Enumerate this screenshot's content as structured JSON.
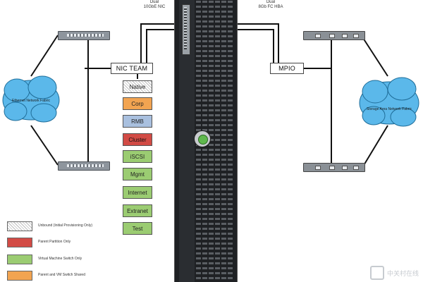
{
  "server": {
    "nic_ports_label_line1": "Dual",
    "nic_ports_label_line2": "10GbE NIC",
    "hba_ports_label_line1": "Dual",
    "hba_ports_label_line2": "8Gb FC HBA"
  },
  "nic_team_label": "NIC TEAM",
  "mpio_label": "MPIO",
  "ethernet_cloud_label": "Ethernet Network Fabric",
  "san_cloud_label": "Storage Area Network Fabric",
  "roles": [
    {
      "label": "Native",
      "style": "hatch"
    },
    {
      "label": "Corp",
      "style": "orange"
    },
    {
      "label": "RMB",
      "style": "blue"
    },
    {
      "label": "Cluster",
      "style": "red"
    },
    {
      "label": "iSCSI",
      "style": "green"
    },
    {
      "label": "Mgmt",
      "style": "green"
    },
    {
      "label": "Internet",
      "style": "green"
    },
    {
      "label": "Extranet",
      "style": "green"
    },
    {
      "label": "Test",
      "style": "green"
    }
  ],
  "legend": [
    {
      "label": "Unbound (Initial Provisioning Only)",
      "style": "hatch"
    },
    {
      "label": "Parent Partition Only",
      "style": "red"
    },
    {
      "label": "Virtual Machine Switch Only",
      "style": "green"
    },
    {
      "label": "Parent and VM Switch Shared",
      "style": "orange"
    }
  ],
  "colors": {
    "hatch": "#bdbdbd",
    "orange": "#f2a451",
    "blue": "#a9c0df",
    "red": "#d24b45",
    "green": "#9bcc72",
    "cloud": "#58b6e8"
  },
  "watermark": {
    "text": "中关村在线",
    "icon": "zol-logo-icon"
  }
}
